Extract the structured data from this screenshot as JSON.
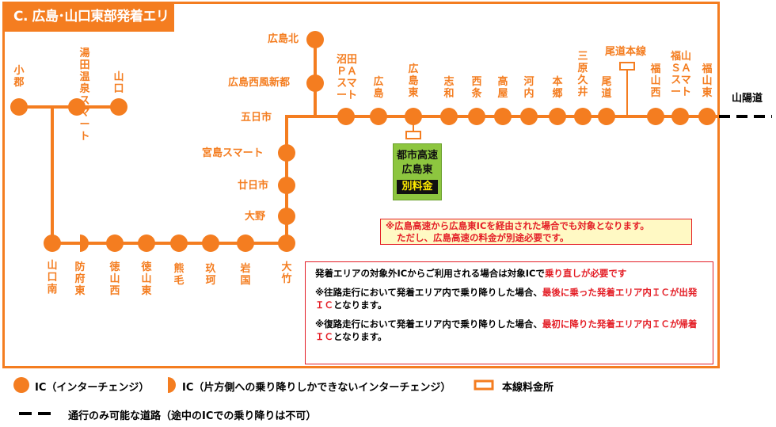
{
  "title": "C. 広島･山口東部発着エリア",
  "colors": {
    "accent": "#f47d20",
    "red": "#e41e26",
    "green": "#8dc63f"
  },
  "ic_labels": {
    "ogori": "小郡",
    "yudaonsen": "湯田温泉スマート",
    "yamaguchi": "山口",
    "hiroshimakita": "広島北",
    "hiroshimaseifushinto": "広島西風新都",
    "numata": "沼田ＰＡスマート",
    "hiroshima": "広島",
    "hiroshimahigashi": "広島東",
    "shiwa": "志和",
    "saijo": "西条",
    "takaya": "高屋",
    "kochi": "河内",
    "hongo": "本郷",
    "miharakui": "三原久井",
    "onomichi": "尾道",
    "fukuyamanishi": "福山西",
    "fukuyamasa": "福山ＳＡスマート",
    "fukuyamahigashi": "福山東",
    "itsukaichi": "五日市",
    "miyajima": "宮島スマート",
    "hatsukaichi": "廿日市",
    "ono": "大野",
    "yamaguchiminami": "山口南",
    "hofu": "防府東",
    "tokuyamanishi": "徳山西",
    "tokuyamahigashi": "徳山東",
    "kumage": "熊毛",
    "kuga": "玖珂",
    "iwakuni": "岩国",
    "otake": "大竹"
  },
  "onomichi_toll": "尾道本線",
  "sanyo_road": "山陽道",
  "urban_expressway": {
    "line1": "都市高速",
    "line2": "広島東",
    "fee": "別料金"
  },
  "note1": {
    "line1": "※広島高速から広島東ICを経由された場合でも対象となります。",
    "line2": "ただし、広島高速の料金が別途必要です。"
  },
  "note2": {
    "p1_a": "発着エリアの対象外ICからご利用される場合は対象ICで",
    "p1_red": "乗り直しが必要です",
    "p2_a": "※往路走行において発着エリア内で乗り降りした場合、",
    "p2_red": "最後に乗った発着エリア内ＩＣが出発ＩＣ",
    "p2_b": "となります。",
    "p3_a": "※復路走行において発着エリア内で乗り降りした場合、",
    "p3_red": "最初に降りた発着エリア内ＩＣが帰着ＩＣ",
    "p3_b": "となります。"
  },
  "legend": {
    "ic": "IC（インターチェンジ）",
    "half_ic": "IC（片方側への乗り降りしかできないインターチェンジ）",
    "toll": "本線料金所",
    "pass_only": "通行のみ可能な道路（途中のICでの乗り降りは不可）"
  }
}
